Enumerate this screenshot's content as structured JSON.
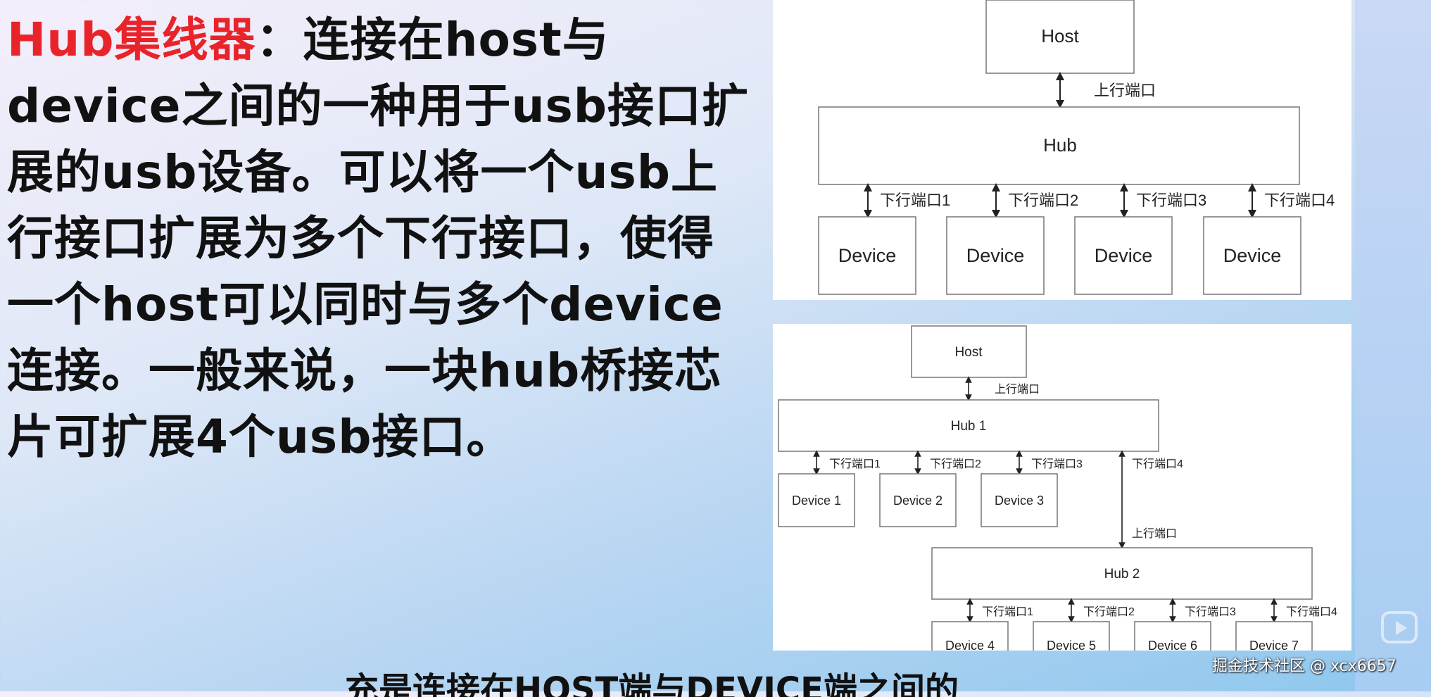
{
  "description": {
    "highlight": "Hub集线器",
    "rest": "：连接在host与device之间的一种用于usb接口扩展的usb设备。可以将一个usb上行接口扩展为多个下行接口，使得一个host可以同时与多个device连接。一般来说，一块hub桥接芯片可扩展4个usb接口。"
  },
  "diagram_top": {
    "host": "Host",
    "uplink": "上行端口",
    "hub": "Hub",
    "downlinks": [
      "下行端口1",
      "下行端口2",
      "下行端口3",
      "下行端口4"
    ],
    "devices": [
      "Device",
      "Device",
      "Device",
      "Device"
    ]
  },
  "diagram_bottom": {
    "host": "Host",
    "uplink": "上行端口",
    "hub1": "Hub 1",
    "hub1_downlinks": [
      "下行端口1",
      "下行端口2",
      "下行端口3",
      "下行端口4"
    ],
    "hub1_devices": [
      "Device 1",
      "Device 2",
      "Device 3"
    ],
    "hub2_uplink": "上行端口",
    "hub2": "Hub 2",
    "hub2_downlinks": [
      "下行端口1",
      "下行端口2",
      "下行端口3",
      "下行端口4"
    ],
    "hub2_devices": [
      "Device 4",
      "Device 5",
      "Device 6",
      "Device 7"
    ]
  },
  "overlay": {
    "watermark_caption": "掘金技术社区 @ xcx6657",
    "subtitle_partial": "充是连接在HOST端与DEVICE端之间的"
  }
}
